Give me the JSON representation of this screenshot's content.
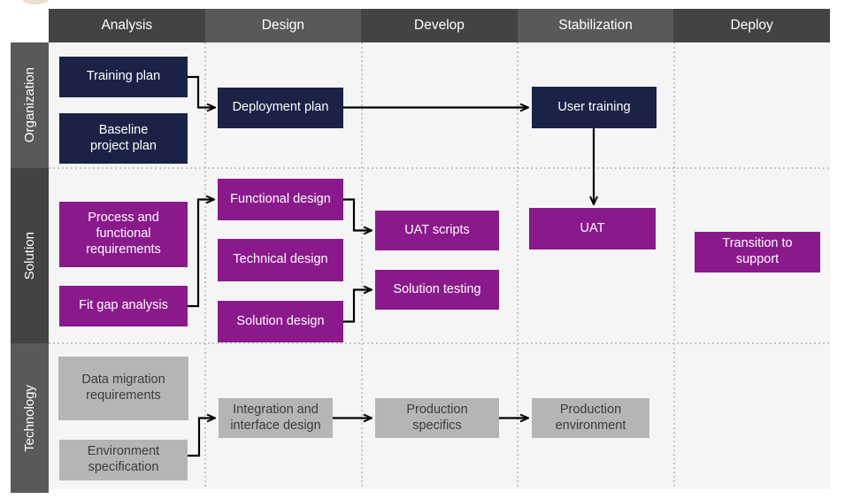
{
  "columns": [
    "Analysis",
    "Design",
    "Develop",
    "Stabilization",
    "Deploy"
  ],
  "rows": [
    "Organization",
    "Solution",
    "Technology"
  ],
  "nodes": {
    "training_plan": {
      "label": "Training plan"
    },
    "baseline_project_plan": {
      "label": "Baseline\nproject plan"
    },
    "deployment_plan": {
      "label": "Deployment plan"
    },
    "user_training": {
      "label": "User training"
    },
    "process_func_req": {
      "label": "Process and\nfunctional\nrequirements"
    },
    "fit_gap_analysis": {
      "label": "Fit gap analysis"
    },
    "functional_design": {
      "label": "Functional design"
    },
    "technical_design": {
      "label": "Technical design"
    },
    "solution_design": {
      "label": "Solution design"
    },
    "uat_scripts": {
      "label": "UAT scripts"
    },
    "solution_testing": {
      "label": "Solution testing"
    },
    "uat": {
      "label": "UAT"
    },
    "transition_to_support": {
      "label": "Transition to\nsupport"
    },
    "data_migration_req": {
      "label": "Data migration\nrequirements"
    },
    "environment_spec": {
      "label": "Environment\nspecification"
    },
    "integration_design": {
      "label": "Integration and\ninterface design"
    },
    "production_specifics": {
      "label": "Production\nspecifics"
    },
    "production_environment": {
      "label": "Production\nenvironment"
    }
  },
  "edges": [
    {
      "from": "Training plan",
      "to": "Deployment plan"
    },
    {
      "from": "Deployment plan",
      "to": "User training"
    },
    {
      "from": "User training",
      "to": "UAT"
    },
    {
      "from": "Fit gap analysis",
      "to": "Functional design"
    },
    {
      "from": "Functional design",
      "to": "UAT scripts"
    },
    {
      "from": "Solution design",
      "to": "Solution testing"
    },
    {
      "from": "Environment specification",
      "to": "Integration and interface design"
    },
    {
      "from": "Integration and interface design",
      "to": "Production specifics"
    },
    {
      "from": "Production specifics",
      "to": "Production environment"
    }
  ],
  "colors": {
    "organization_box": "#1a2346",
    "solution_box": "#8a198c",
    "technology_box": "#b5b5b5",
    "header_dark": "#434343",
    "header_light": "#595959",
    "canvas_bg": "#f5f5f6",
    "arrow": "#000000"
  }
}
